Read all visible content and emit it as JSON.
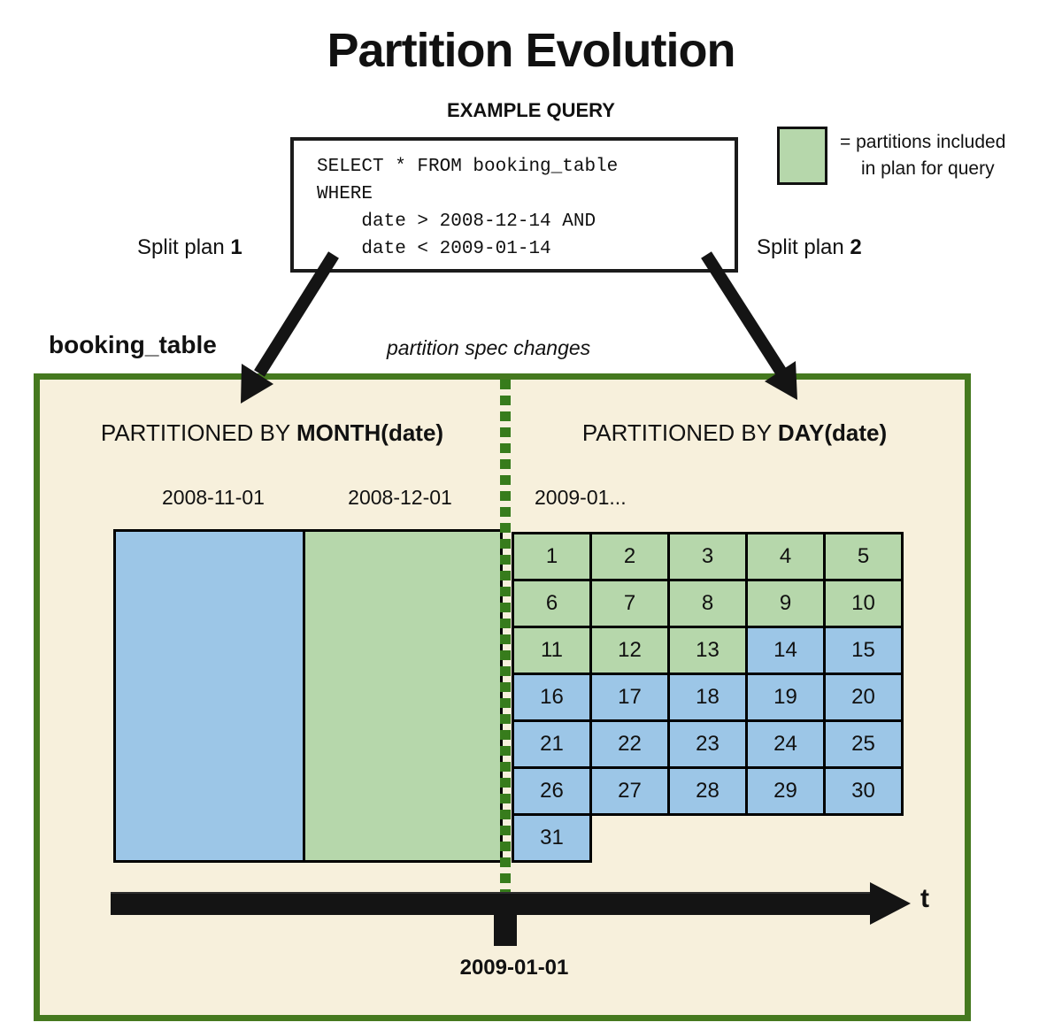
{
  "page": {
    "title": "Partition Evolution"
  },
  "query": {
    "label": "EXAMPLE QUERY",
    "sql": "SELECT * FROM booking_table\nWHERE\n    date > 2008-12-14 AND\n    date < 2009-01-14"
  },
  "legend": {
    "line1": "= partitions included",
    "line2": "in plan for query"
  },
  "split_plan_1": {
    "prefix": "Split plan ",
    "num": "1"
  },
  "split_plan_2": {
    "prefix": "Split plan ",
    "num": "2"
  },
  "table": {
    "name": "booking_table",
    "note": "partition spec changes",
    "month": {
      "title_prefix": "PARTITIONED BY ",
      "title_bold": "MONTH(date)",
      "col1_label": "2008-11-01",
      "col1_included": false,
      "col2_label": "2008-12-01",
      "col2_included": true
    },
    "day": {
      "title_prefix": "PARTITIONED BY ",
      "title_bold": "DAY(date)",
      "label": "2009-01...",
      "days": [
        {
          "n": "1",
          "inc": true
        },
        {
          "n": "2",
          "inc": true
        },
        {
          "n": "3",
          "inc": true
        },
        {
          "n": "4",
          "inc": true
        },
        {
          "n": "5",
          "inc": true
        },
        {
          "n": "6",
          "inc": true
        },
        {
          "n": "7",
          "inc": true
        },
        {
          "n": "8",
          "inc": true
        },
        {
          "n": "9",
          "inc": true
        },
        {
          "n": "10",
          "inc": true
        },
        {
          "n": "11",
          "inc": true
        },
        {
          "n": "12",
          "inc": true
        },
        {
          "n": "13",
          "inc": true
        },
        {
          "n": "14",
          "inc": false
        },
        {
          "n": "15",
          "inc": false
        },
        {
          "n": "16",
          "inc": false
        },
        {
          "n": "17",
          "inc": false
        },
        {
          "n": "18",
          "inc": false
        },
        {
          "n": "19",
          "inc": false
        },
        {
          "n": "20",
          "inc": false
        },
        {
          "n": "21",
          "inc": false
        },
        {
          "n": "22",
          "inc": false
        },
        {
          "n": "23",
          "inc": false
        },
        {
          "n": "24",
          "inc": false
        },
        {
          "n": "25",
          "inc": false
        },
        {
          "n": "26",
          "inc": false
        },
        {
          "n": "27",
          "inc": false
        },
        {
          "n": "28",
          "inc": false
        },
        {
          "n": "29",
          "inc": false
        },
        {
          "n": "30",
          "inc": false
        },
        {
          "n": "31",
          "inc": false
        }
      ]
    }
  },
  "timeline": {
    "axis_label": "t",
    "tick_label": "2009-01-01"
  },
  "colors": {
    "included_green": "#b6d7ab",
    "other_blue": "#9cc6e7",
    "canvas": "#f7f0dc",
    "frame": "#45791f",
    "dotted": "#377c1c"
  }
}
